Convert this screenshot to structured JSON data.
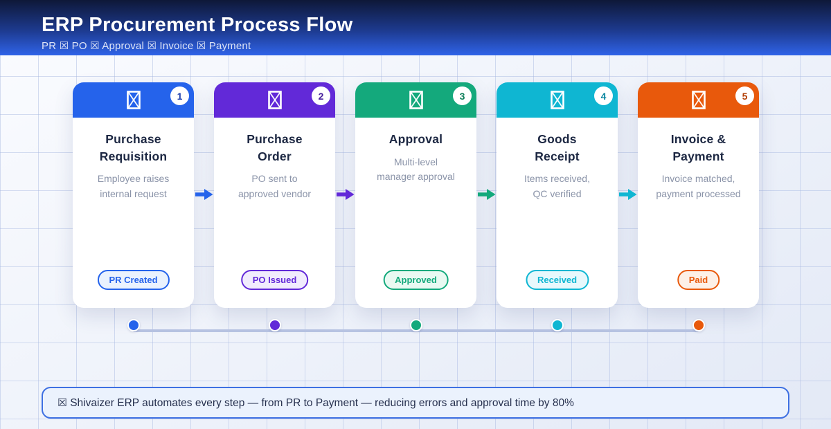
{
  "header": {
    "title": "ERP Procurement Process Flow",
    "subtitle": "PR ☒ PO ☒ Approval ☒ Invoice ☒ Payment"
  },
  "steps": [
    {
      "number": "1",
      "title": "Purchase\nRequisition",
      "description": "Employee raises\ninternal request",
      "status": "PR Created",
      "color": "#2563eb",
      "number_color": "#1e3fae",
      "status_bg": "#eaf2fe"
    },
    {
      "number": "2",
      "title": "Purchase\nOrder",
      "description": "PO sent to\napproved vendor",
      "status": "PO Issued",
      "color": "#6229d8",
      "number_color": "#47209c",
      "status_bg": "#f1ecfd"
    },
    {
      "number": "3",
      "title": "Approval",
      "description": "Multi-level\nmanager approval",
      "status": "Approved",
      "color": "#14a97c",
      "number_color": "#0c7d58",
      "status_bg": "#e9f9f2"
    },
    {
      "number": "4",
      "title": "Goods\nReceipt",
      "description": "Items received,\nQC verified",
      "status": "Received",
      "color": "#0fb6d2",
      "number_color": "#0a86a0",
      "status_bg": "#e7f8fc"
    },
    {
      "number": "5",
      "title": "Invoice &\nPayment",
      "description": "Invoice matched,\npayment processed",
      "status": "Paid",
      "color": "#e8590c",
      "number_color": "#b23f05",
      "status_bg": "#fdf0e7"
    }
  ],
  "timeline": {
    "line_color": "#b7c3e2"
  },
  "footer": {
    "note": "☒ Shivaizer ERP automates every step — from PR to Payment — reducing errors and approval time by 80%"
  }
}
